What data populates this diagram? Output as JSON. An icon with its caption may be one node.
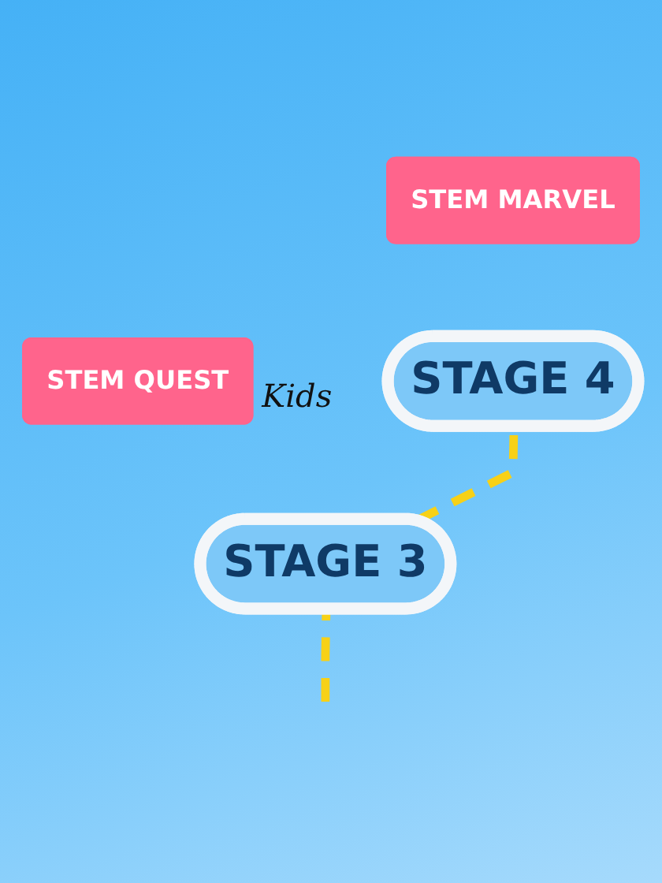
{
  "diagram": {
    "nodes": [
      {
        "text": [
          "STEM QUEST"
        ]
      },
      {
        "text": [
          "STAGE 3"
        ]
      },
      {
        "text": [
          "STEM MARVEL"
        ]
      },
      {
        "text": [
          "STAGE 4"
        ]
      }
    ],
    "edges": [
      {
        "from": null,
        "to": 1,
        "arrow": "none",
        "style": "dashed",
        "color": "#f7d117"
      },
      {
        "from": 1,
        "to": 3,
        "arrow": "none",
        "style": "dashed",
        "color": "#f7d117"
      }
    ],
    "labels": [
      "Kids"
    ]
  }
}
